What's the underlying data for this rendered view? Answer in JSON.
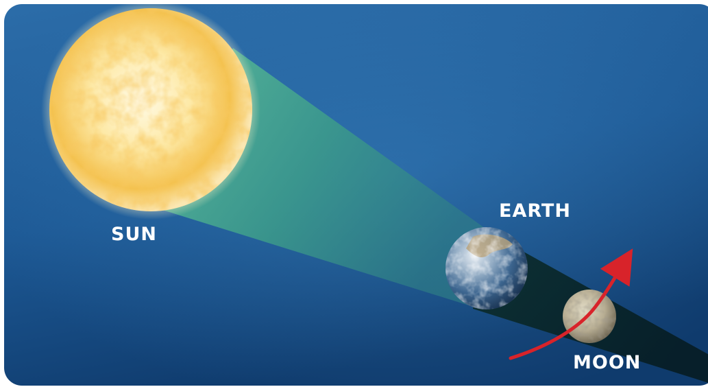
{
  "labels": {
    "sun": "SUN",
    "earth": "EARTH",
    "moon": "MOON"
  },
  "colors": {
    "background_top": "#2c6da9",
    "background_bottom": "#0f3b6d",
    "sunlight_beam": "#4fb08a",
    "earth_shadow": "#0b2b2c",
    "orbit_arrow": "#d8232a",
    "sun_core": "#fff7d6",
    "sun_edge": "#e99a22"
  }
}
